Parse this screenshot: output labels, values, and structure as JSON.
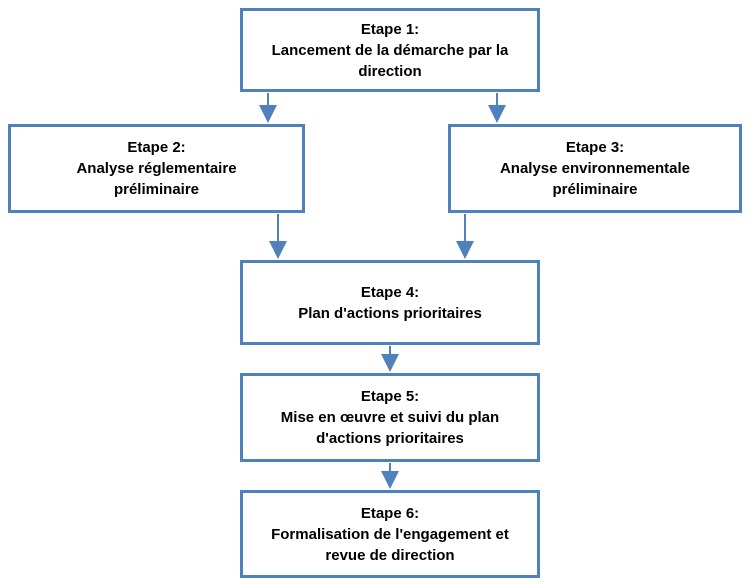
{
  "diagram": {
    "accent_color": "#4F81BD",
    "steps": [
      {
        "id": "etape-1",
        "title": "Etape 1:",
        "description": "Lancement de la démarche par la direction"
      },
      {
        "id": "etape-2",
        "title": "Etape 2:",
        "description": "Analyse réglementaire préliminaire"
      },
      {
        "id": "etape-3",
        "title": "Etape 3:",
        "description": "Analyse environnementale préliminaire"
      },
      {
        "id": "etape-4",
        "title": "Etape 4:",
        "description": "Plan d'actions prioritaires"
      },
      {
        "id": "etape-5",
        "title": "Etape 5:",
        "description": "Mise en œuvre et suivi du plan d'actions prioritaires"
      },
      {
        "id": "etape-6",
        "title": "Etape 6:",
        "description": "Formalisation de l'engagement et revue de direction"
      }
    ],
    "connections": [
      {
        "from": "etape-1",
        "to": "etape-2"
      },
      {
        "from": "etape-1",
        "to": "etape-3"
      },
      {
        "from": "etape-2",
        "to": "etape-4"
      },
      {
        "from": "etape-3",
        "to": "etape-4"
      },
      {
        "from": "etape-4",
        "to": "etape-5"
      },
      {
        "from": "etape-5",
        "to": "etape-6"
      }
    ]
  }
}
